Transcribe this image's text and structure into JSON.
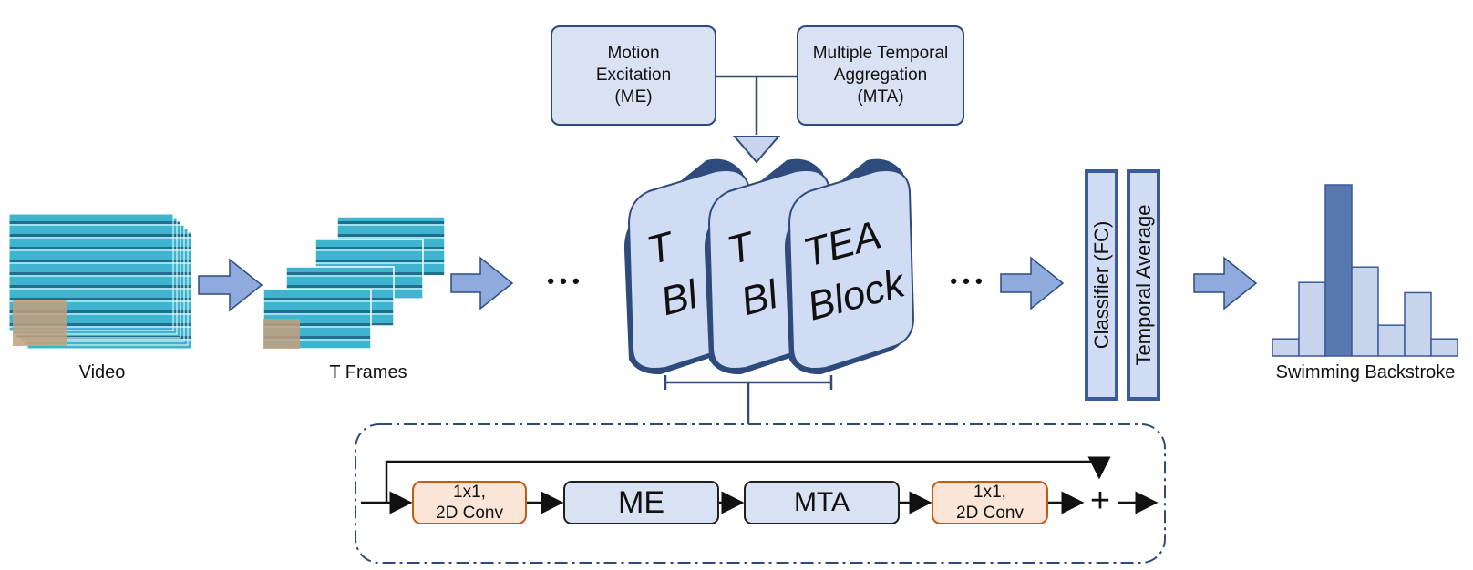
{
  "top_modules": {
    "me": "Motion\nExcitation\n(ME)",
    "mta": "Multiple Temporal\nAggregation\n(MTA)"
  },
  "inputs": {
    "video_label": "Video",
    "frames_label": "T Frames"
  },
  "ellipsis": "• • •",
  "tea_block": {
    "line1": "TEA",
    "line2": "Block",
    "partial1": "T",
    "partial2": "Bl"
  },
  "head": {
    "classifier": "Classifier (FC)",
    "temporal_average": "Temporal Average"
  },
  "output": {
    "label": "Swimming Backstroke",
    "bars": [
      0.1,
      0.43,
      1.0,
      0.52,
      0.18,
      0.37,
      0.1
    ],
    "highlight_index": 2
  },
  "detail": {
    "conv1": "1x1,\n2D Conv",
    "me": "ME",
    "mta": "MTA",
    "conv2": "1x1,\n2D Conv",
    "plus": "+"
  },
  "colors": {
    "dark_navy": "#2f4b7c",
    "light_blue": "#d9e2f3",
    "arrow_blue": "#8faadc",
    "orange": "#c55a11"
  }
}
